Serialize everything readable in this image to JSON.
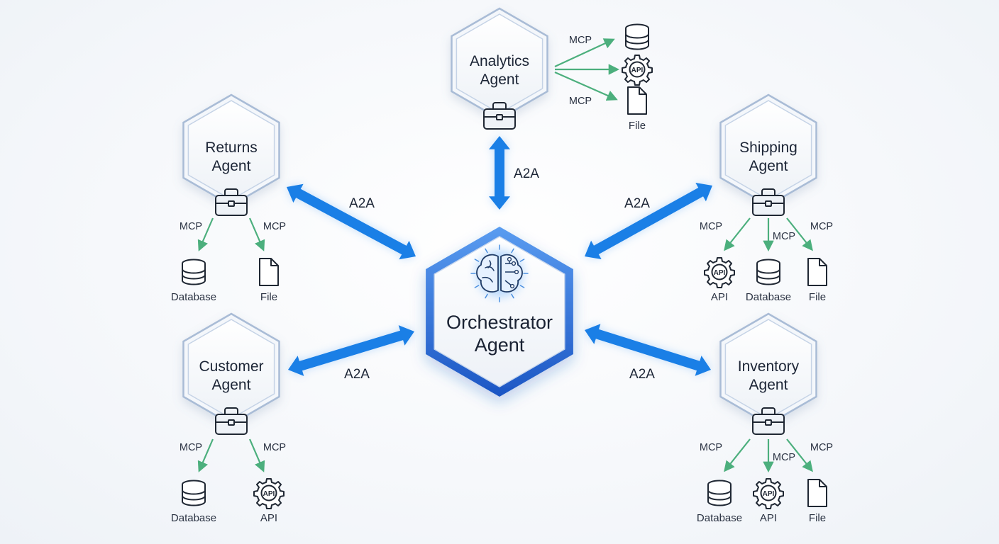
{
  "orchestrator": {
    "line1": "Orchestrator",
    "line2": "Agent",
    "icon": "brain-circuit-icon"
  },
  "agents": {
    "analytics": {
      "line1": "Analytics",
      "line2": "Agent",
      "icon": "toolbox-icon"
    },
    "returns": {
      "line1": "Returns",
      "line2": "Agent",
      "icon": "toolbox-icon"
    },
    "shipping": {
      "line1": "Shipping",
      "line2": "Agent",
      "icon": "toolbox-icon"
    },
    "customer": {
      "line1": "Customer",
      "line2": "Agent",
      "icon": "toolbox-icon"
    },
    "inventory": {
      "line1": "Inventory",
      "line2": "Agent",
      "icon": "toolbox-icon"
    }
  },
  "links": {
    "analytics": "A2A",
    "returns": "A2A",
    "shipping": "A2A",
    "customer": "A2A",
    "inventory": "A2A"
  },
  "protocol_label": "MCP",
  "tools": {
    "analytics": [
      {
        "kind": "database",
        "label": "",
        "mcp": true
      },
      {
        "kind": "api",
        "label": "",
        "mcp": false
      },
      {
        "kind": "file",
        "label": "File",
        "mcp": true
      }
    ],
    "returns": [
      {
        "kind": "database",
        "label": "Database",
        "mcp": true
      },
      {
        "kind": "file",
        "label": "File",
        "mcp": true
      }
    ],
    "shipping": [
      {
        "kind": "api",
        "label": "API",
        "mcp": true
      },
      {
        "kind": "database",
        "label": "Database",
        "mcp": true
      },
      {
        "kind": "file",
        "label": "File",
        "mcp": true
      }
    ],
    "customer": [
      {
        "kind": "database",
        "label": "Database",
        "mcp": true
      },
      {
        "kind": "api",
        "label": "API",
        "mcp": true
      }
    ],
    "inventory": [
      {
        "kind": "database",
        "label": "Database",
        "mcp": true
      },
      {
        "kind": "api",
        "label": "API",
        "mcp": true
      },
      {
        "kind": "file",
        "label": "File",
        "mcp": true
      }
    ]
  },
  "api_badge": "API",
  "colors": {
    "a2a_arrow": "#1a7fe6",
    "a2a_arrow_light": "#4aa3f5",
    "mcp_arrow": "#4caf7d",
    "hex_border": "#a9bcd6",
    "orch_border": "#2f72d6",
    "text": "#1c2536"
  }
}
